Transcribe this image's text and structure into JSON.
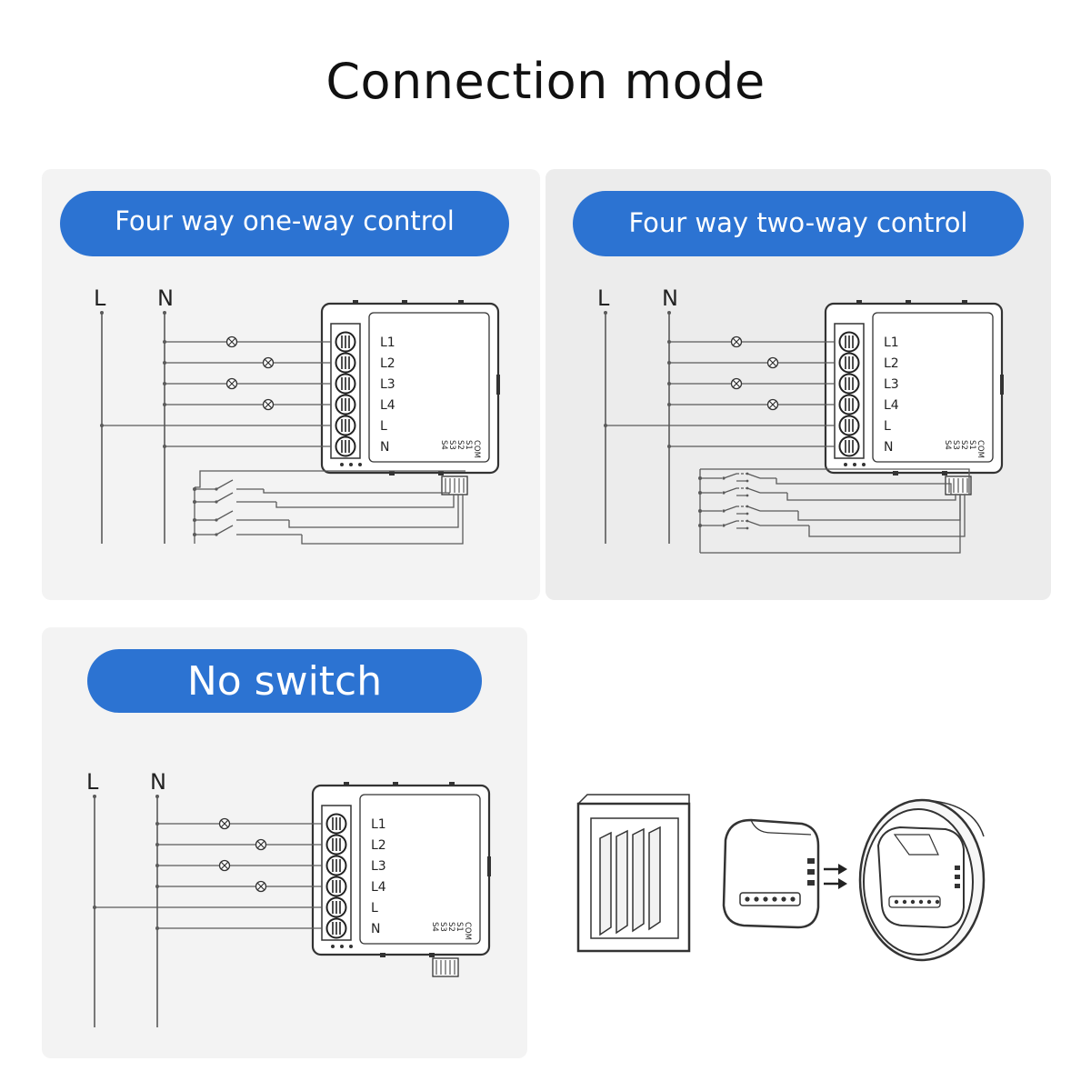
{
  "title": "Connection mode",
  "panels": {
    "one_way": {
      "label": "Four way one-way control"
    },
    "two_way": {
      "label": "Four way two-way control"
    },
    "no_switch": {
      "label": "No switch"
    }
  },
  "rails": {
    "live": "L",
    "neutral": "N"
  },
  "module": {
    "terminals": [
      "L1",
      "L2",
      "L3",
      "L4",
      "L",
      "N"
    ],
    "switch_inputs": [
      "COM",
      "S1",
      "S2",
      "S3",
      "S4"
    ]
  },
  "colors": {
    "pill": "#2c73d2",
    "card_light": "#f3f3f3",
    "card_dark": "#ececec",
    "line": "#5a5a5a"
  },
  "icons": {
    "lamp": "lamp-icon",
    "terminal_screw": "terminal-screw-icon",
    "wall_switch": "wall-switch-icon",
    "install_arrows": "arrow-right-icon"
  }
}
